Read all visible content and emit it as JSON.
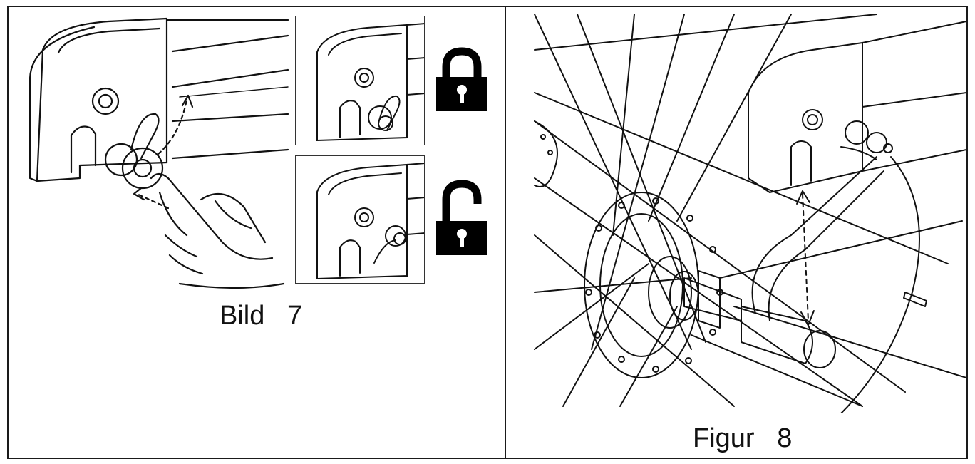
{
  "figures": [
    {
      "id": "bild7",
      "caption": "Bild   7"
    },
    {
      "id": "figur8",
      "caption": "Figur   8"
    }
  ],
  "icons": {
    "locked": "padlock-closed-icon",
    "unlocked": "padlock-open-icon"
  },
  "colors": {
    "line": "#111111",
    "background": "#ffffff"
  }
}
